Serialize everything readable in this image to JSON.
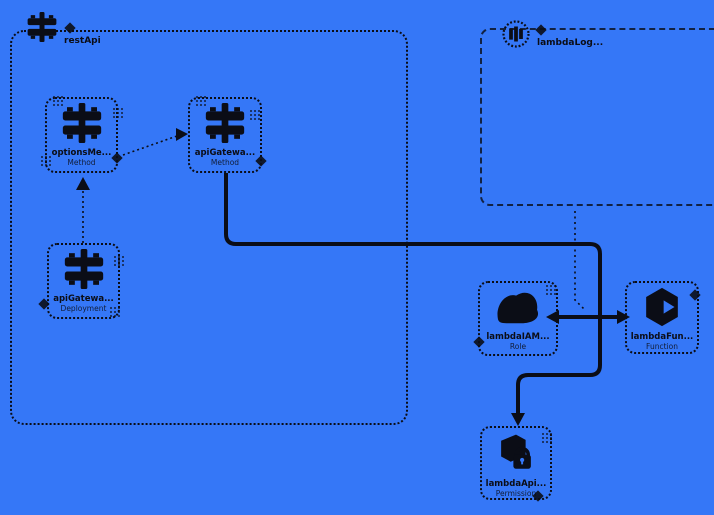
{
  "canvas": {
    "background": "#3577F7",
    "ink": "#0B0D16"
  },
  "containers": [
    {
      "label": "restApi",
      "icon": "api-gateway-icon",
      "border": "dotted"
    },
    {
      "label": "lambdaLog...",
      "icon": "cloudwatch-logs-icon",
      "border": "dashed"
    }
  ],
  "nodes": [
    {
      "title": "optionsMe...",
      "subtitle": "Method",
      "icon": "api-gateway-icon"
    },
    {
      "title": "apiGatewa...",
      "subtitle": "Method",
      "icon": "api-gateway-icon"
    },
    {
      "title": "apiGatewa...",
      "subtitle": "Deployment",
      "icon": "api-gateway-icon"
    },
    {
      "title": "lambdaIAM...",
      "subtitle": "Role",
      "icon": "iam-role-icon"
    },
    {
      "title": "lambdaFun...",
      "subtitle": "Function",
      "icon": "lambda-function-icon"
    },
    {
      "title": "lambdaApi...",
      "subtitle": "Permission",
      "icon": "lambda-permission-icon"
    }
  ],
  "edges": [
    {
      "from": "apiGatewayDeployment",
      "to": "optionsMethod",
      "style": "thin-dotted",
      "arrow": "up"
    },
    {
      "from": "optionsMethod",
      "to": "apiGatewayMethod",
      "style": "thin-dotted",
      "arrow": "right"
    },
    {
      "from": "apiGatewayMethod",
      "to": "lambdaApiPermission",
      "style": "thick-solid",
      "arrow": "down"
    },
    {
      "from": "lambdaIAMRole",
      "to": "lambdaFunction",
      "style": "thick-solid",
      "arrow": "both"
    },
    {
      "from": "lambdaLog",
      "to": "role-function-link",
      "style": "thin-dotted",
      "arrow": "none"
    }
  ]
}
